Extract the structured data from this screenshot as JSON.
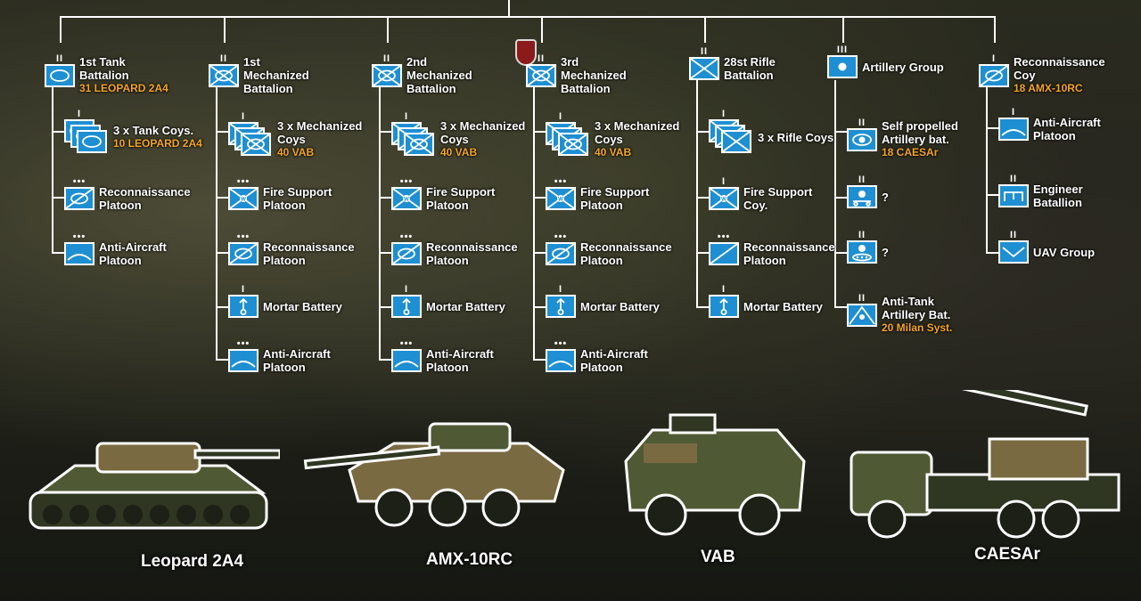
{
  "columns": [
    {
      "echelon": "II",
      "label": "1st Tank Battalion",
      "equip": "31 LEOPARD 2A4",
      "symbol": "armor",
      "children": [
        {
          "echelon": "I",
          "label": "3 x Tank Coys.",
          "equip": "10 LEOPARD 2A4",
          "symbol": "armor",
          "stacked": true
        },
        {
          "echelon": "•••",
          "label": "Reconnaissance Platoon",
          "symbol": "recon"
        },
        {
          "echelon": "•••",
          "label": "Anti-Aircraft Platoon",
          "symbol": "aa"
        }
      ]
    },
    {
      "echelon": "II",
      "label": "1st Mechanized Battalion",
      "symbol": "mech",
      "children": [
        {
          "echelon": "I",
          "label": "3 x Mechanized Coys",
          "equip": "40 VAB",
          "symbol": "mech",
          "stacked": true
        },
        {
          "echelon": "•••",
          "label": "Fire Support Platoon",
          "symbol": "fire"
        },
        {
          "echelon": "•••",
          "label": "Reconnaissance Platoon",
          "symbol": "recon"
        },
        {
          "echelon": "I",
          "label": "Mortar Battery",
          "symbol": "mortar"
        },
        {
          "echelon": "•••",
          "label": "Anti-Aircraft Platoon",
          "symbol": "aa"
        }
      ]
    },
    {
      "echelon": "II",
      "label": "2nd Mechanized Battalion",
      "symbol": "mech",
      "children": [
        {
          "echelon": "I",
          "label": "3 x Mechanized Coys",
          "equip": "40 VAB",
          "symbol": "mech",
          "stacked": true
        },
        {
          "echelon": "•••",
          "label": "Fire Support Platoon",
          "symbol": "fire"
        },
        {
          "echelon": "•••",
          "label": "Reconnaissance Platoon",
          "symbol": "recon"
        },
        {
          "echelon": "I",
          "label": "Mortar Battery",
          "symbol": "mortar"
        },
        {
          "echelon": "•••",
          "label": "Anti-Aircraft Platoon",
          "symbol": "aa"
        }
      ]
    },
    {
      "echelon": "II",
      "label": "3rd Mechanized Battalion",
      "symbol": "mech",
      "children": [
        {
          "echelon": "I",
          "label": "3 x Mechanized Coys",
          "equip": "40 VAB",
          "symbol": "mech",
          "stacked": true
        },
        {
          "echelon": "•••",
          "label": "Fire Support Platoon",
          "symbol": "fire"
        },
        {
          "echelon": "•••",
          "label": "Reconnaissance Platoon",
          "symbol": "recon"
        },
        {
          "echelon": "I",
          "label": "Mortar Battery",
          "symbol": "mortar"
        },
        {
          "echelon": "•••",
          "label": "Anti-Aircraft Platoon",
          "symbol": "aa"
        }
      ]
    },
    {
      "echelon": "II",
      "label": "28st Rifle Battalion",
      "symbol": "infantry",
      "children": [
        {
          "echelon": "I",
          "label": "3 x Rifle Coys",
          "symbol": "infantry",
          "stacked": true
        },
        {
          "echelon": "I",
          "label": "Fire Support Coy.",
          "symbol": "fire"
        },
        {
          "echelon": "•••",
          "label": "Reconnaissance Platoon",
          "symbol": "recon2"
        },
        {
          "echelon": "I",
          "label": "Mortar Battery",
          "symbol": "mortar"
        }
      ]
    },
    {
      "echelon": "III",
      "label": "Artillery Group",
      "symbol": "artillery",
      "children": [
        {
          "echelon": "II",
          "label": "Self propelled Artillery bat.",
          "equip": "18 CAESAr",
          "symbol": "spart"
        },
        {
          "echelon": "II",
          "label": "?",
          "symbol": "art_wheel"
        },
        {
          "echelon": "II",
          "label": "?",
          "symbol": "art_track"
        },
        {
          "echelon": "II",
          "label": "Anti-Tank Artillery Bat.",
          "equip": "20 Milan Syst.",
          "symbol": "at"
        }
      ]
    },
    {
      "echelon": "I",
      "label": "Reconnaissance Coy",
      "equip": "18 AMX-10RC",
      "symbol": "recon",
      "children": [
        {
          "echelon": "I",
          "label": "Anti-Aircraft Platoon",
          "symbol": "aa"
        },
        {
          "echelon": "II",
          "label": "Engineer Batallion",
          "symbol": "engineer"
        },
        {
          "echelon": "II",
          "label": "UAV Group",
          "symbol": "uav"
        }
      ]
    }
  ],
  "vehicles": [
    {
      "name": "Leopard 2A4",
      "type": "tank"
    },
    {
      "name": "AMX-10RC",
      "type": "wheeled-tank"
    },
    {
      "name": "VAB",
      "type": "apc"
    },
    {
      "name": "CAESAr",
      "type": "howitzer"
    }
  ],
  "colors": {
    "symbol_fill": "#1e8fd2",
    "equip_text": "#f5a623",
    "line": "#ffffff"
  }
}
